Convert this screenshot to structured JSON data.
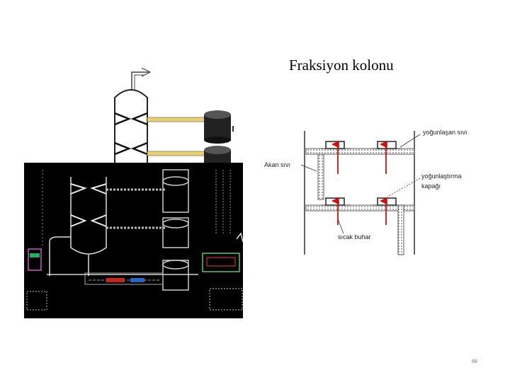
{
  "slide": {
    "title": "Fraksiyon kolonu",
    "page_number": "68"
  },
  "diagram": {
    "labels": {
      "condensed_liquid": "yoğunlaşan sıvı",
      "flowing_liquid": "Akan sıvı",
      "condensing_cap": "yoğunlaştırma",
      "condensing_cap_2": "kapağı",
      "hot_vapor": "sıcak buhar"
    }
  },
  "colors": {
    "vapor_arrow": "#cc1111",
    "pipe_yellow": "#e8cf7a",
    "photo_background": "#000000"
  }
}
